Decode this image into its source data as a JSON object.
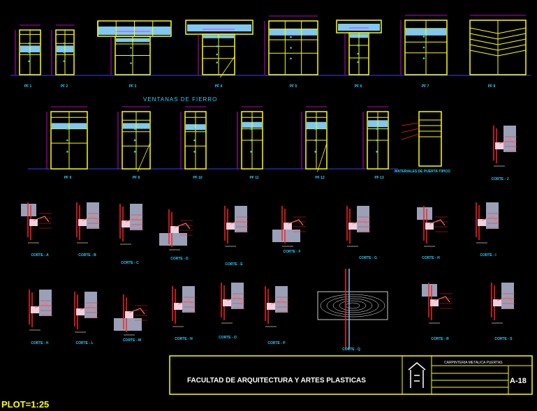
{
  "drawing": {
    "section_title": "VENTANAS DE FIERRO",
    "panels_row1": [
      "PF 1",
      "PF 2",
      "PF 3",
      "PF 4",
      "PF 5",
      "PF 6",
      "PF 7",
      "PF 8"
    ],
    "panels_row2": [
      "PF 9",
      "PF 9",
      "PF 10",
      "PF 11",
      "PF 12",
      "PF 13"
    ],
    "door_label": "MATERIALES DE PUERTA TIPICO",
    "corte_j": "CORTE - J",
    "cortes_row3": [
      "CORTE - A",
      "CORTE - B",
      "CORTE - C",
      "CORTE - D",
      "CORTE - E",
      "CORTE - F",
      "CORTE - G",
      "CORTE - H",
      "CORTE - I"
    ],
    "cortes_row4": [
      "CORTE - K",
      "CORTE - L",
      "CORTE - M",
      "CORTE - N",
      "CORTE - O",
      "CORTE - P",
      "CORTE - Q",
      "CORTE - R",
      "CORTE - S"
    ]
  },
  "title_block": {
    "title": "FACULTAD DE ARQUITECTURA Y ARTES PLASTICAS",
    "project": "CARPINTERIA METALICA PUERTAS",
    "sheet": "A-18"
  },
  "plot_scale": "PLOT=1:25",
  "colors": {
    "background": "#000000",
    "frame": "#ffff00",
    "glass": "#7fc8f0",
    "dimension": "#ff00ff",
    "labels": "#22d3ff",
    "ground": "#3344ff",
    "detail_red": "#ff2020",
    "wall_fill": "#d8d8ff",
    "annotation": "#ffffff"
  }
}
